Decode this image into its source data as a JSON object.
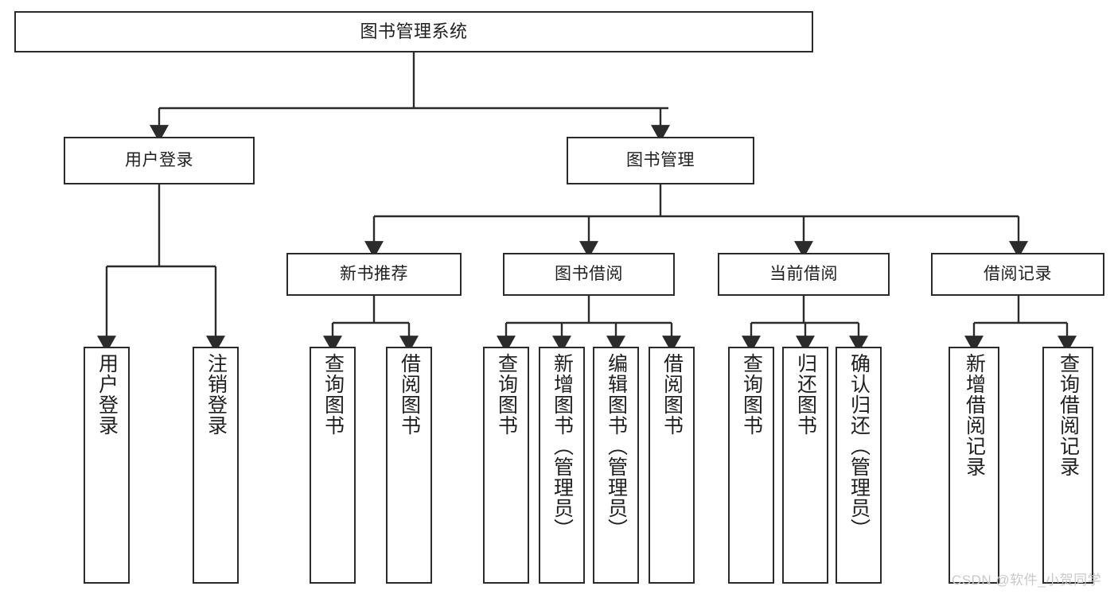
{
  "diagram": {
    "title": "图书管理系统",
    "type": "tree-hierarchy-diagram",
    "colors": {
      "background": "#ffffff",
      "stroke": "#2b2b2b",
      "text": "#1f1f1f",
      "watermark": "#c9c9c9"
    },
    "nodes": {
      "root": {
        "label": "图书管理系统"
      },
      "level2": [
        {
          "label": "用户登录"
        },
        {
          "label": "图书管理"
        }
      ],
      "level3": [
        {
          "label": "新书推荐"
        },
        {
          "label": "图书借阅"
        },
        {
          "label": "当前借阅"
        },
        {
          "label": "借阅记录"
        }
      ],
      "leaves": {
        "user_login": [
          {
            "label": "用户登录"
          },
          {
            "label": "注销登录"
          }
        ],
        "new_book_recommend": [
          {
            "label": "查询图书"
          },
          {
            "label": "借阅图书"
          }
        ],
        "book_borrow": [
          {
            "label": "查询图书"
          },
          {
            "label": "新增图书（管理员）"
          },
          {
            "label": "编辑图书（管理员）"
          },
          {
            "label": "借阅图书"
          }
        ],
        "current_borrow": [
          {
            "label": "查询图书"
          },
          {
            "label": "归还图书"
          },
          {
            "label": "确认归还（管理员）"
          }
        ],
        "borrow_record": [
          {
            "label": "新增借阅记录"
          },
          {
            "label": "查询借阅记录"
          }
        ]
      }
    },
    "watermark": "CSDN @软件_小贺同学"
  }
}
